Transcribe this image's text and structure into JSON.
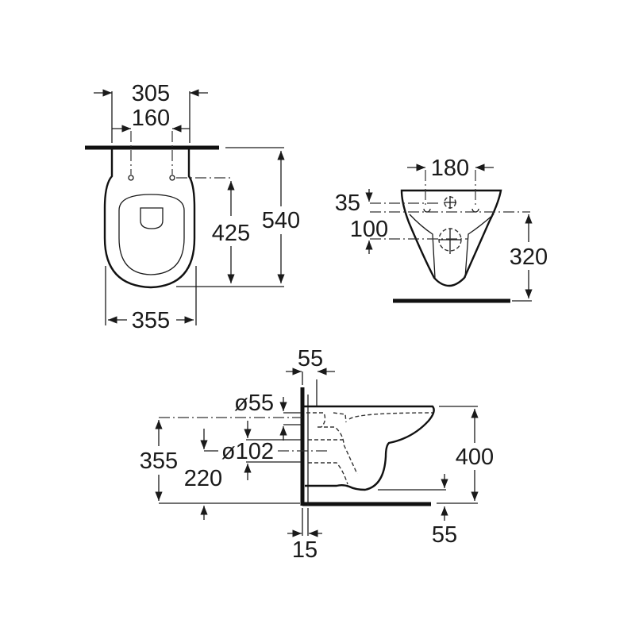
{
  "diagram": {
    "type": "technical-dimension-drawing",
    "subject": "wall-hung toilet",
    "colors": {
      "line": "#111111",
      "background": "#ffffff"
    },
    "top_view": {
      "dimensions": {
        "overall_width_top": "305",
        "fixing_hole_spacing": "160",
        "projection": "540",
        "hole_to_front": "425",
        "bowl_width": "355"
      }
    },
    "rear_view": {
      "dimensions": {
        "fixing_spacing": "180",
        "top_to_holes": "35",
        "holes_to_outlet": "100",
        "holes_to_floor": "320"
      }
    },
    "side_view": {
      "dimensions": {
        "inlet_projection": "55",
        "inlet_diameter": "ø55",
        "outlet_diameter": "ø102",
        "inlet_height": "355",
        "outlet_height": "220",
        "rim_height": "400",
        "floor_clearance": "55",
        "wall_offset": "15"
      }
    }
  }
}
